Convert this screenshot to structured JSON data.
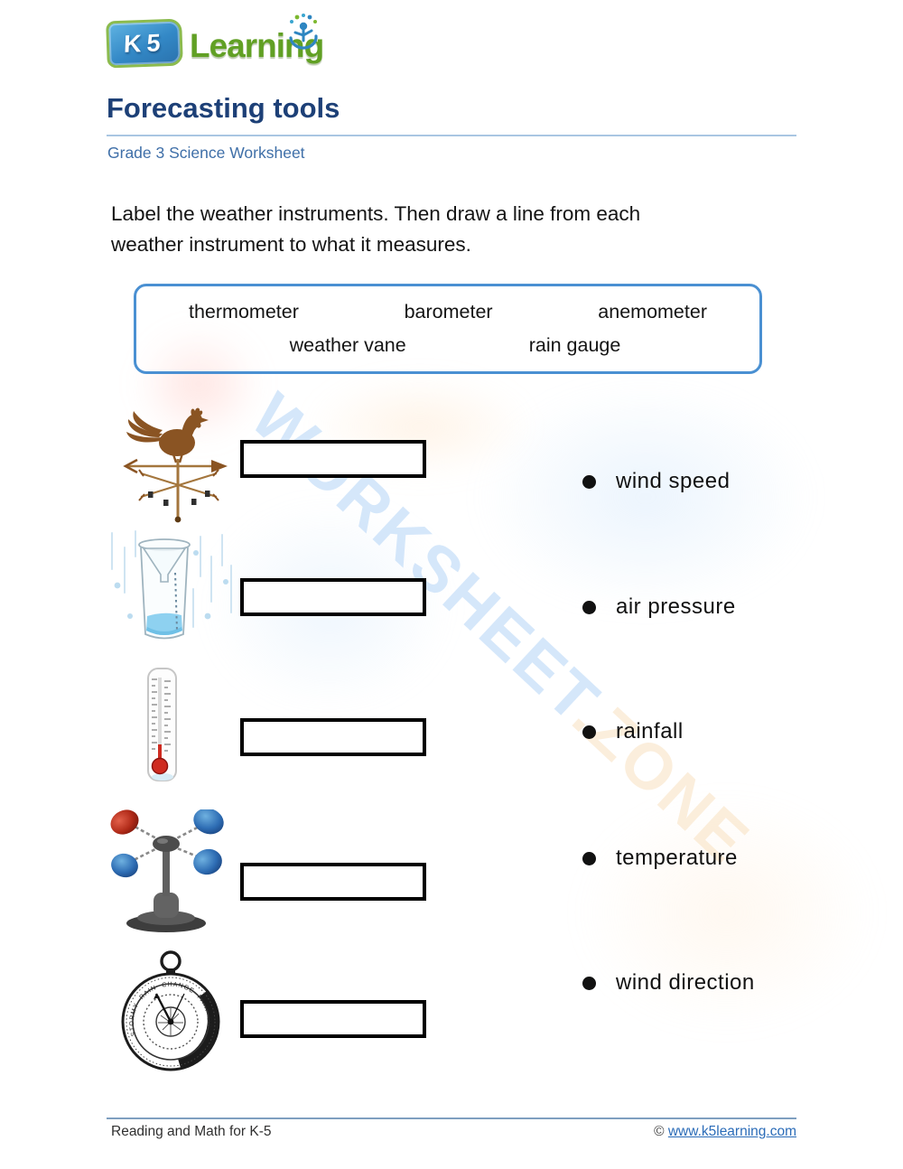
{
  "logo": {
    "book_text": "K5",
    "brand": "Learning"
  },
  "header": {
    "title": "Forecasting tools",
    "subtitle": "Grade 3 Science Worksheet"
  },
  "instructions": {
    "line1": "Label the weather instruments. Then draw a line from each",
    "line2": "weather instrument to what it measures."
  },
  "word_bank": {
    "row1": [
      "thermometer",
      "barometer",
      "anemometer"
    ],
    "row2": [
      "weather vane",
      "rain gauge"
    ]
  },
  "instruments": {
    "icons": [
      "weather-vane-icon",
      "rain-gauge-icon",
      "thermometer-icon",
      "anemometer-icon",
      "barometer-icon"
    ],
    "answers": [
      "",
      "",
      "",
      "",
      ""
    ]
  },
  "measures": [
    "wind speed",
    "air pressure",
    "rainfall",
    "temperature",
    "wind direction"
  ],
  "watermark": {
    "primary": "WORKSHEET",
    "secondary": ".ZONE"
  },
  "footer": {
    "left": "Reading and Math for K-5",
    "copyright": "©",
    "link": "www.k5learning.com"
  },
  "colors": {
    "title": "#1d4077",
    "subtitle": "#3f6fa8",
    "word_bank_border": "#4a90d2",
    "link": "#2b6cb8",
    "watermark_blue": "#b7d6f6",
    "watermark_orange": "#f7e0c0"
  }
}
